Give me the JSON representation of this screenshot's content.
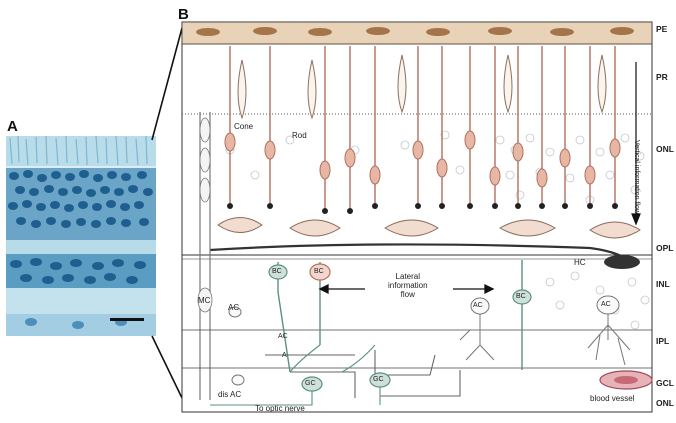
{
  "panels": {
    "a": "A",
    "b": "B"
  },
  "layers": {
    "pe": "PE",
    "pr": "PR",
    "onl": "ONL",
    "opl": "OPL",
    "inl": "INL",
    "ipl": "IPL",
    "gcl": "GCL",
    "onl_bottom": "ONL"
  },
  "cells": {
    "cone": "Cone",
    "rod": "Rod",
    "bc1": "BC",
    "bc2": "BC",
    "bc3": "BC",
    "hc": "HC",
    "ac1": "AC",
    "ac2": "AC",
    "ac3": "AC",
    "ac4": "AC",
    "mc": "MC",
    "dis_ac": "dis AC",
    "gc1": "GC",
    "gc2": "GC",
    "a": "A",
    "blood_vessel": "blood vessel"
  },
  "annotations": {
    "lateral_line1": "Lateral",
    "lateral_line2": "information",
    "lateral_line3": "flow",
    "vertical_flow": "Vertical information flow",
    "optic_nerve": "To optic nerve"
  },
  "colors": {
    "stain_dark": "#1f5f8f",
    "stain_light": "#a9d3e6",
    "pe_brown": "#a4744a",
    "photoreceptor": "#e8b6a4",
    "bipolar_green": "#5d8f85",
    "horizontal_dark": "#333333"
  }
}
